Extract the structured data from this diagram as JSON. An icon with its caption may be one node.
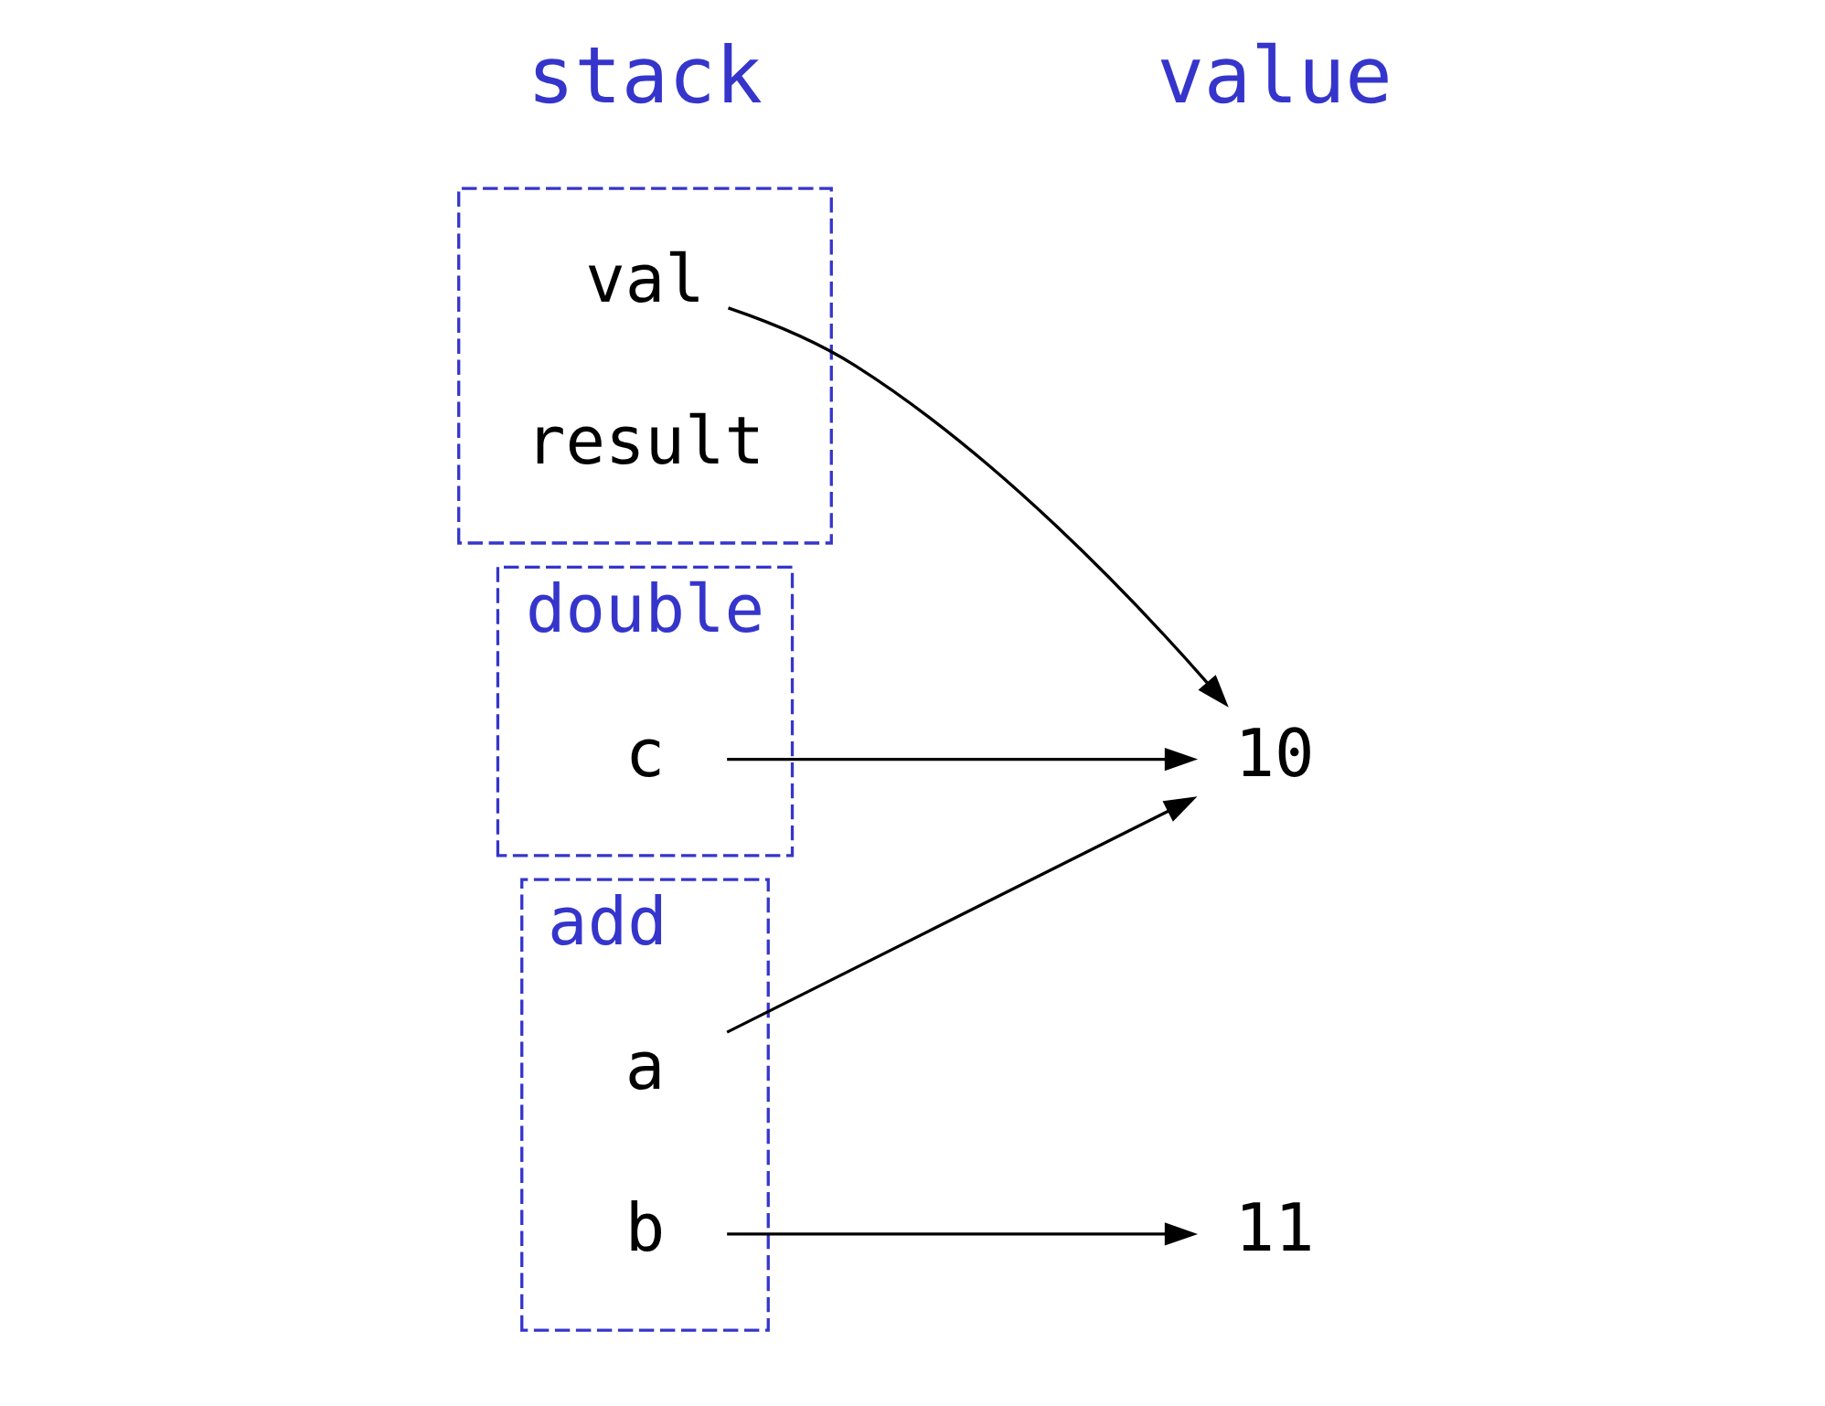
{
  "diagram": {
    "nodes": [
      {
        "text": [
          "add"
        ]
      },
      {
        "text": [
          "a"
        ],
        "in": 0
      },
      {
        "text": [
          "b"
        ],
        "in": 0
      },
      {
        "text": [
          "double"
        ]
      },
      {
        "text": [
          "c"
        ],
        "in": 3
      },
      {
        "text": [],
        "shape": "box"
      },
      {
        "text": [
          "val"
        ],
        "in": 5
      },
      {
        "text": [
          "result"
        ],
        "in": 5
      },
      {
        "text": [
          "10"
        ]
      },
      {
        "text": [
          "11"
        ]
      }
    ],
    "edges": [
      {
        "from": 1,
        "to": 8,
        "arrow": "to"
      },
      {
        "from": 2,
        "to": 9,
        "arrow": "to"
      },
      {
        "from": 4,
        "to": 8,
        "arrow": "to"
      },
      {
        "from": 6,
        "to": 8,
        "arrow": "to"
      }
    ],
    "labels": [
      "stack",
      "value"
    ]
  }
}
